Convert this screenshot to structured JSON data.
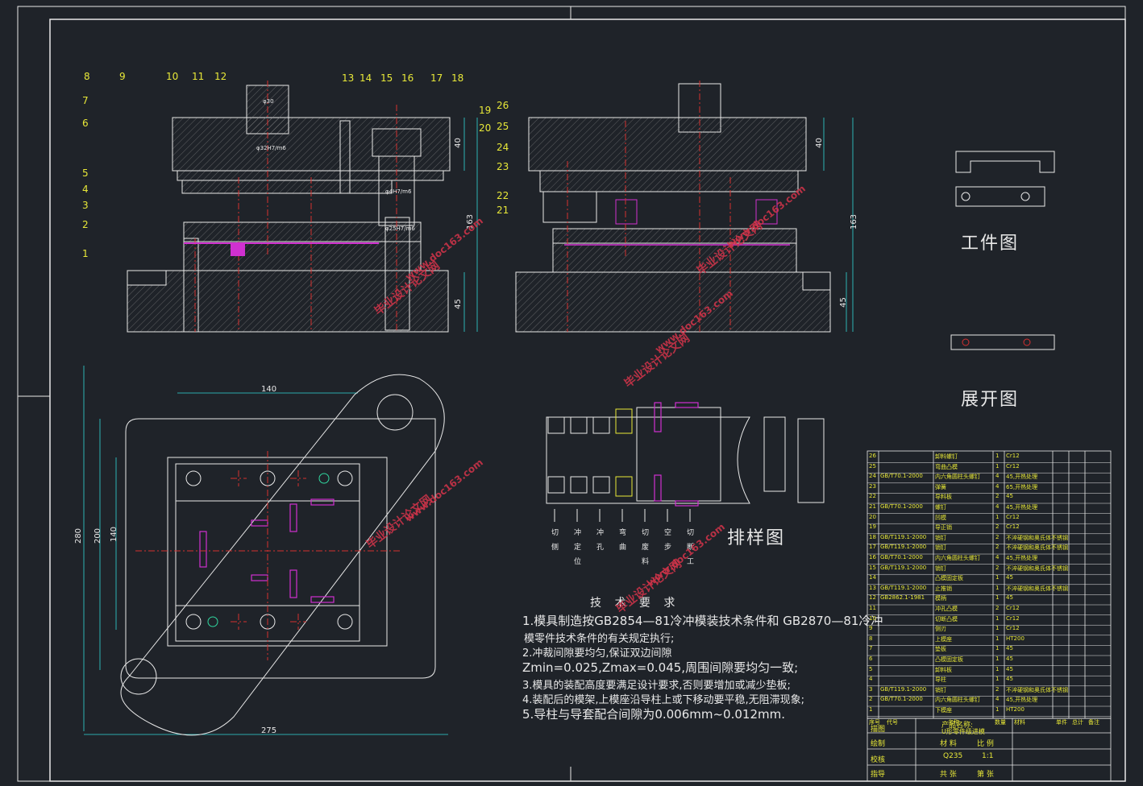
{
  "labels": {
    "workpiece": "工件图",
    "unfold": "展开图",
    "layout": "排样图",
    "tech_title": "技 术 要 求"
  },
  "tech_requirements": [
    "1.模具制造按GB2854—81冷冲模装技术条件和 GB2870—81冷冲",
    "模零件技术条件的有关规定执行;",
    "2.冲裁间隙要均匀,保证双边间隙",
    "Zmin=0.025,Zmax=0.045,周围间隙要均匀一致;",
    "3.模具的装配高度要满足设计要求,否则要增加或减少垫板;",
    "4.装配后的模架,上模座沿导柱上或下移动要平稳,无阻滞现象;",
    "5.导柱与导套配合间隙为0.006mm~0.012mm."
  ],
  "part_numbers_left": [
    "8",
    "9",
    "10",
    "11",
    "12",
    "13",
    "14",
    "15",
    "16",
    "17",
    "18",
    "7",
    "6",
    "5",
    "4",
    "3",
    "2",
    "1",
    "19",
    "20"
  ],
  "part_numbers_right": [
    "26",
    "25",
    "24",
    "23",
    "22",
    "21"
  ],
  "dimensions": {
    "top_40": "40",
    "top_163": "163",
    "top_45": "45",
    "right_40": "40",
    "right_163": "163",
    "right_45": "45",
    "plan_140": "140",
    "plan_280": "280",
    "plan_200": "200",
    "plan_140v": "140",
    "plan_275": "275",
    "fit_1": "φ30",
    "fit_2": "φ32H7/m6",
    "fit_3": "φ4H7/m6",
    "fit_4": "φ25H7/m6"
  },
  "strip_steps": [
    "切",
    "冲",
    "冲",
    "弯",
    "切",
    "空",
    "切"
  ],
  "strip_steps2": [
    "侧",
    "定",
    "孔",
    "曲",
    "废",
    "步",
    "断"
  ],
  "strip_steps3": [
    "",
    "位",
    "",
    "",
    "料",
    "",
    "工"
  ],
  "bom_rows": [
    {
      "no": "26",
      "std": "",
      "name": "卸料螺钉",
      "qty": "1",
      "mat": "Cr12"
    },
    {
      "no": "25",
      "std": "",
      "name": "弯曲凸模",
      "qty": "1",
      "mat": "Cr12"
    },
    {
      "no": "24",
      "std": "GB/T70.1-2000",
      "name": "内六角圆柱头螺钉",
      "qty": "4",
      "mat": "45,开热处理"
    },
    {
      "no": "23",
      "std": "",
      "name": "弹簧",
      "qty": "4",
      "mat": "65,开热处理"
    },
    {
      "no": "22",
      "std": "",
      "name": "导料板",
      "qty": "2",
      "mat": "45"
    },
    {
      "no": "21",
      "std": "GB/T70.1-2000",
      "name": "螺钉",
      "qty": "4",
      "mat": "45,开热处理"
    },
    {
      "no": "20",
      "std": "",
      "name": "凹模",
      "qty": "1",
      "mat": "Cr12"
    },
    {
      "no": "19",
      "std": "",
      "name": "导正销",
      "qty": "2",
      "mat": "Cr12"
    },
    {
      "no": "18",
      "std": "GB/T119.1-2000",
      "name": "销钉",
      "qty": "2",
      "mat": "不淬硬钢和奥氏体不锈钢"
    },
    {
      "no": "17",
      "std": "GB/T119.1-2000",
      "name": "销钉",
      "qty": "2",
      "mat": "不淬硬钢和奥氏体不锈钢"
    },
    {
      "no": "16",
      "std": "GB/T70.1-2000",
      "name": "内六角圆柱头螺钉",
      "qty": "4",
      "mat": "45,开热处理"
    },
    {
      "no": "15",
      "std": "GB/T119.1-2000",
      "name": "销钉",
      "qty": "2",
      "mat": "不淬硬钢和奥氏体不锈钢"
    },
    {
      "no": "14",
      "std": "",
      "name": "凸模固定板",
      "qty": "1",
      "mat": "45"
    },
    {
      "no": "13",
      "std": "GB/T119.1-2000",
      "name": "止推销",
      "qty": "1",
      "mat": "不淬硬钢和奥氏体不锈钢"
    },
    {
      "no": "12",
      "std": "GB2862.1-1981",
      "name": "模柄",
      "qty": "1",
      "mat": "45"
    },
    {
      "no": "11",
      "std": "",
      "name": "冲孔凸模",
      "qty": "2",
      "mat": "Cr12"
    },
    {
      "no": "10",
      "std": "",
      "name": "切断凸模",
      "qty": "1",
      "mat": "Cr12"
    },
    {
      "no": "9",
      "std": "",
      "name": "侧刃",
      "qty": "1",
      "mat": "Cr12"
    },
    {
      "no": "8",
      "std": "",
      "name": "上模座",
      "qty": "1",
      "mat": "HT200"
    },
    {
      "no": "7",
      "std": "",
      "name": "垫板",
      "qty": "1",
      "mat": "45"
    },
    {
      "no": "6",
      "std": "",
      "name": "凸模固定板",
      "qty": "1",
      "mat": "45"
    },
    {
      "no": "5",
      "std": "",
      "name": "卸料板",
      "qty": "1",
      "mat": "45"
    },
    {
      "no": "4",
      "std": "",
      "name": "导柱",
      "qty": "1",
      "mat": "45"
    },
    {
      "no": "3",
      "std": "GB/T119.1-2000",
      "name": "销钉",
      "qty": "2",
      "mat": "不淬硬钢和奥氏体不锈钢"
    },
    {
      "no": "2",
      "std": "GB/T70.1-2000",
      "name": "内六角圆柱头螺钉",
      "qty": "4",
      "mat": "45,开热处理"
    },
    {
      "no": "1",
      "std": "",
      "name": "下模座",
      "qty": "1",
      "mat": "HT200"
    }
  ],
  "bom_header": {
    "no": "序号",
    "std": "代号",
    "name": "名称",
    "qty": "数量",
    "mat": "材料",
    "c1": "单件",
    "c2": "总计",
    "c3": "备注"
  },
  "title_block": {
    "product_label": "产品名称:",
    "product_name": "U形零件级进模",
    "material_label": "材 料",
    "scale_label": "比 例",
    "material": "Q235",
    "scale": "1:1",
    "sheets_label": "共 张",
    "sheet_label": "第 张",
    "r1": "描图",
    "r2": "绘制",
    "r3": "校核",
    "r4": "指导"
  },
  "watermarks": [
    "毕业设计论文网",
    "www.doc163.com",
    "毕业设计论文网",
    "www.doc163.com",
    "毕业设计论文网",
    "www.doc163.com",
    "毕业设计论文网",
    "www.doc163.com",
    "毕业设计论文网",
    "www.doc163.com"
  ],
  "colors": {
    "background": "#1f2329",
    "line": "#e8e8e8",
    "accent": "#e8e838",
    "center": "#d43030",
    "dim": "#30d8d8",
    "magenta": "#d030d0"
  }
}
